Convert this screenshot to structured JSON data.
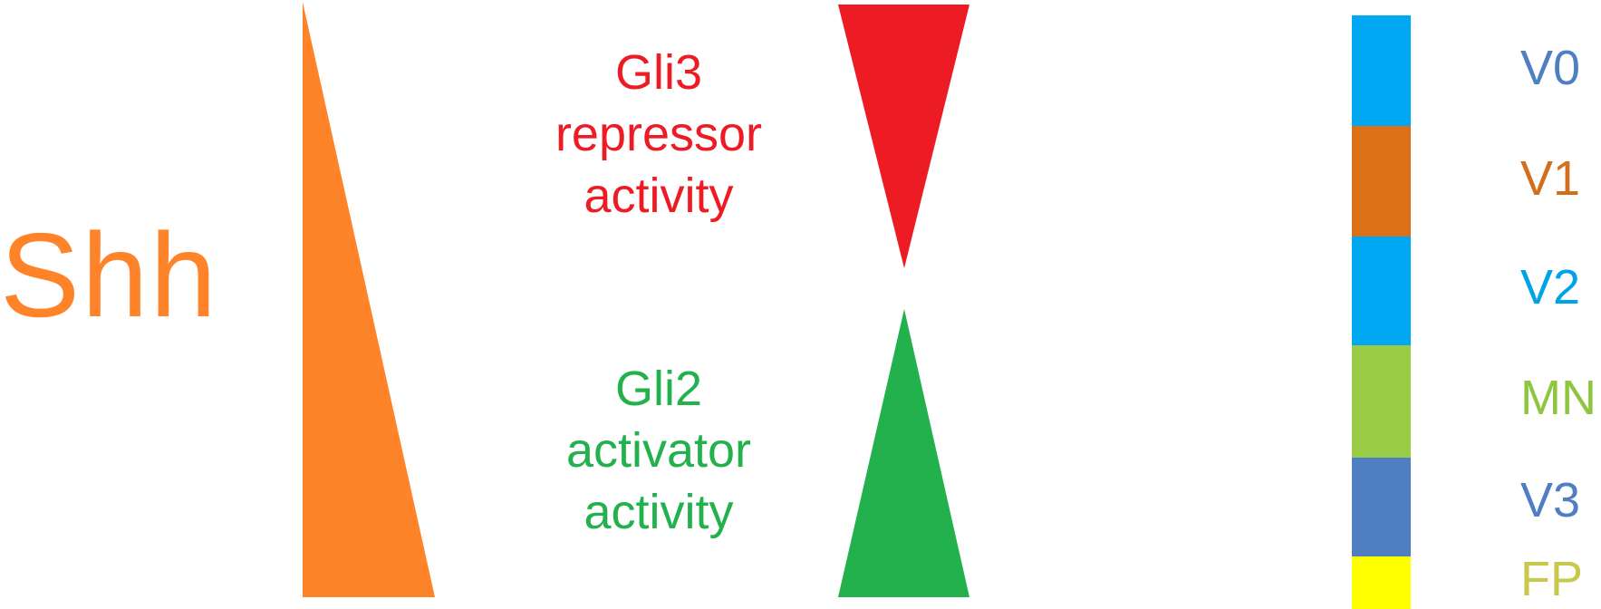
{
  "morphogen": {
    "label": "Shh",
    "color": "#FF8429"
  },
  "repressor": {
    "lines": [
      "Gli3",
      "repressor",
      "activity"
    ],
    "color": "#ED1C24"
  },
  "activator": {
    "lines": [
      "Gli2",
      "activator",
      "activity"
    ],
    "color": "#22B14C"
  },
  "domains": [
    {
      "label": "V0",
      "bar_color": "#00A8F3",
      "text_color": "#4F7FC2"
    },
    {
      "label": "V1",
      "bar_color": "#DC7016",
      "text_color": "#D26F1C"
    },
    {
      "label": "V2",
      "bar_color": "#00A8F3",
      "text_color": "#00A2E8"
    },
    {
      "label": "MN",
      "bar_color": "#99CC44",
      "text_color": "#8FC63F"
    },
    {
      "label": "V3",
      "bar_color": "#507EC3",
      "text_color": "#4F7FC2"
    },
    {
      "label": "FP",
      "bar_color": "#FFFF00",
      "text_color": "#C8C84A"
    }
  ]
}
